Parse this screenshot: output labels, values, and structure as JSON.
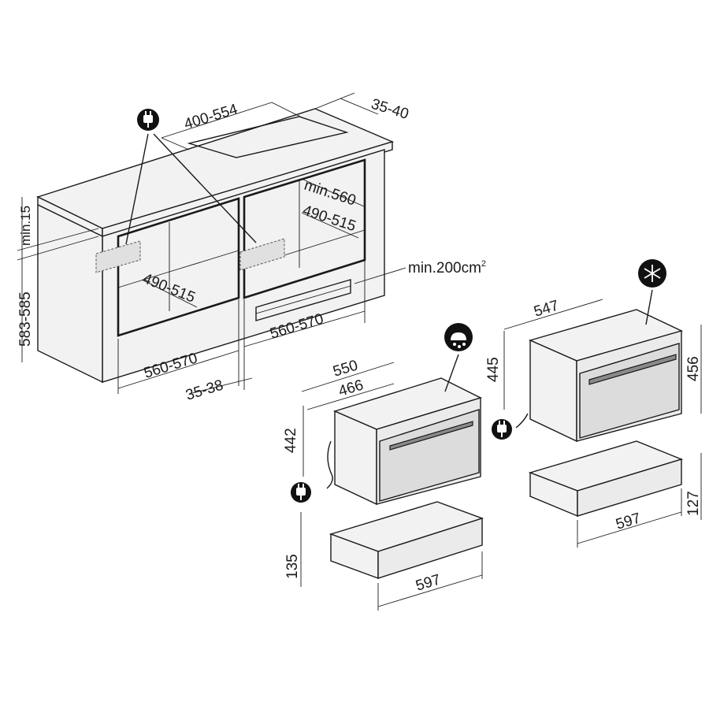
{
  "dimensions": {
    "top_cutout": "400-554",
    "top_depth": "35-40",
    "min_height": "min.15",
    "cabinet_height": "583-585",
    "niche_depth_right": "min.560",
    "niche_height_right": "490-515",
    "niche_height_left": "490-515",
    "vent_area": "min.200cm",
    "vent_area_sup": "2",
    "niche_width_left": "560-570",
    "niche_width_right": "560-570",
    "panel_gap": "35-38",
    "oven1_depth_total": "550",
    "oven1_depth_body": "466",
    "oven1_height": "442",
    "drawer1_height": "135",
    "drawer1_width": "597",
    "oven2_depth": "547",
    "oven2_height_body": "445",
    "oven2_height_front": "456",
    "drawer2_height": "127",
    "drawer2_width": "597"
  },
  "icons": [
    "power-plug-icon",
    "steam-icon",
    "snowflake-icon"
  ]
}
